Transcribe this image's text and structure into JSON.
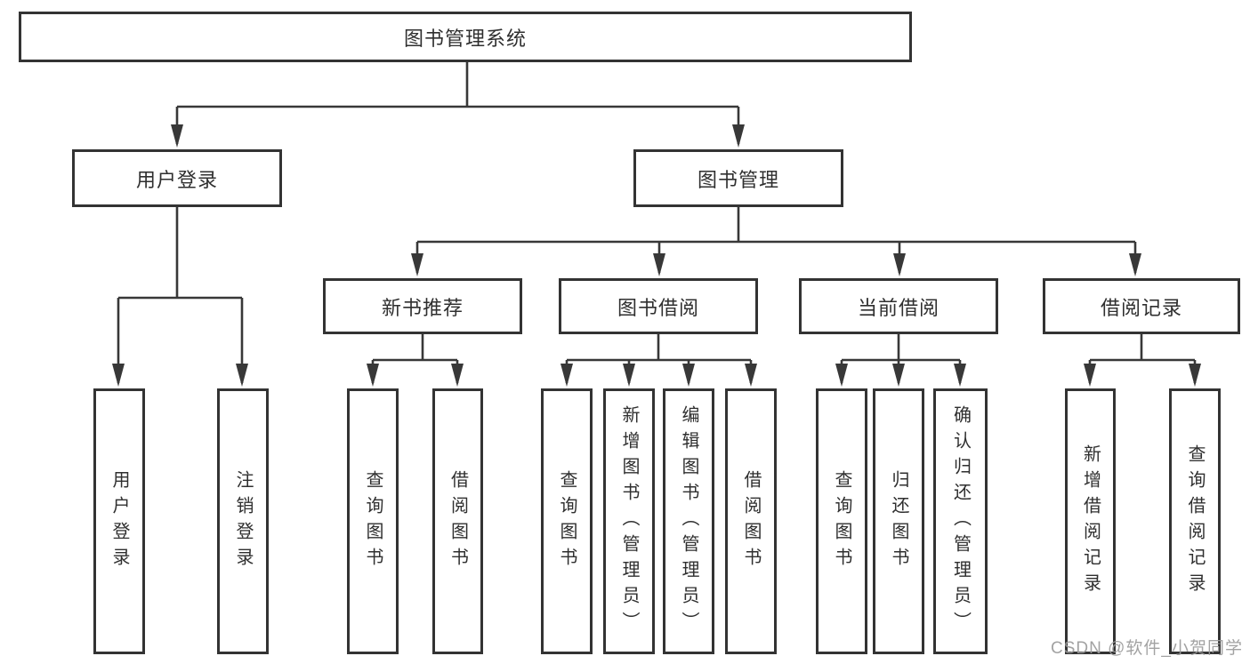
{
  "title": "图书管理系统",
  "tree": {
    "root": {
      "label": "图书管理系统",
      "children": [
        {
          "label": "用户登录",
          "children": [
            {
              "label": "用户登录"
            },
            {
              "label": "注销登录"
            }
          ]
        },
        {
          "label": "图书管理",
          "children": [
            {
              "label": "新书推荐",
              "children": [
                {
                  "label": "查询图书"
                },
                {
                  "label": "借阅图书"
                }
              ]
            },
            {
              "label": "图书借阅",
              "children": [
                {
                  "label": "查询图书"
                },
                {
                  "label": "新增图书（管理员）"
                },
                {
                  "label": "编辑图书（管理员）"
                },
                {
                  "label": "借阅图书"
                }
              ]
            },
            {
              "label": "当前借阅",
              "children": [
                {
                  "label": "查询图书"
                },
                {
                  "label": "归还图书"
                },
                {
                  "label": "确认归还（管理员）"
                }
              ]
            },
            {
              "label": "借阅记录",
              "children": [
                {
                  "label": "新增借阅记录"
                },
                {
                  "label": "查询借阅记录"
                }
              ]
            }
          ]
        }
      ]
    }
  },
  "watermark": "CSDN @软件_小贺同学",
  "colors": {
    "line": "#383838",
    "border": "#333333",
    "text": "#2f2f2f",
    "watermark": "#9b9b9b",
    "background": "#ffffff"
  }
}
